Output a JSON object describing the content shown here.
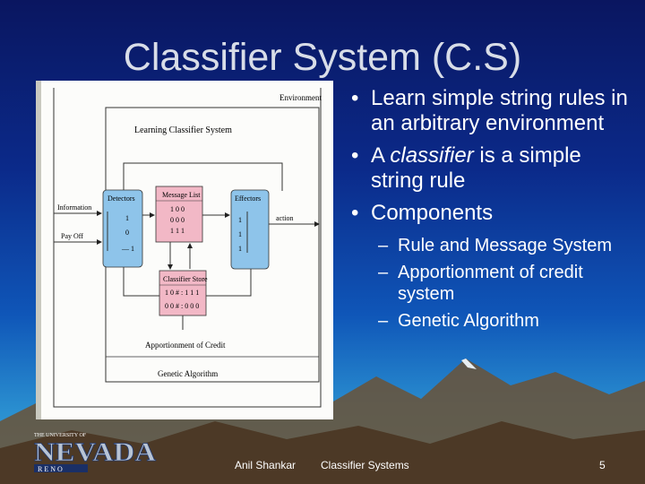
{
  "title": "Classifier System (C.S)",
  "bullets": [
    {
      "before": "Learn simple string rules in an arbitrary environment",
      "italic": "",
      "after": ""
    },
    {
      "before": "A ",
      "italic": "classifier",
      "after": " is a simple string rule"
    },
    {
      "before": "Components",
      "italic": "",
      "after": ""
    }
  ],
  "sub_bullets": [
    "Rule and Message System",
    "Apportionment of credit system",
    "Genetic Algorithm"
  ],
  "figure": {
    "environment": "Environment",
    "title": "Learning Classifier System",
    "detectors": "Detectors",
    "detector_vals": [
      "1",
      "0",
      "— 1"
    ],
    "message_list": "Message List",
    "message_vals": [
      "1 0 0",
      "0 0 0",
      "1 1 1"
    ],
    "effectors": "Effectors",
    "effector_vals": [
      "1",
      "1",
      "1"
    ],
    "classifier_store": "Classifier Store",
    "classifier_vals": [
      "1 0 # : 1 1 1",
      "0 0 # : 0 0 0"
    ],
    "information": "Information",
    "payoff": "Pay Off",
    "action": "action",
    "apportionment": "Apportionment of Credit",
    "genetic": "Genetic Algorithm"
  },
  "logo": {
    "top": "THE UNIVERSITY OF",
    "main": "NEVADA",
    "bottom": "R E N O"
  },
  "footer": {
    "author": "Anil Shankar",
    "topic": "Classifier Systems",
    "page": "5"
  },
  "colors": {
    "detector_box": "#8ec4ea",
    "message_box": "#f2b8c6",
    "classifier_box": "#f2b8c6"
  }
}
